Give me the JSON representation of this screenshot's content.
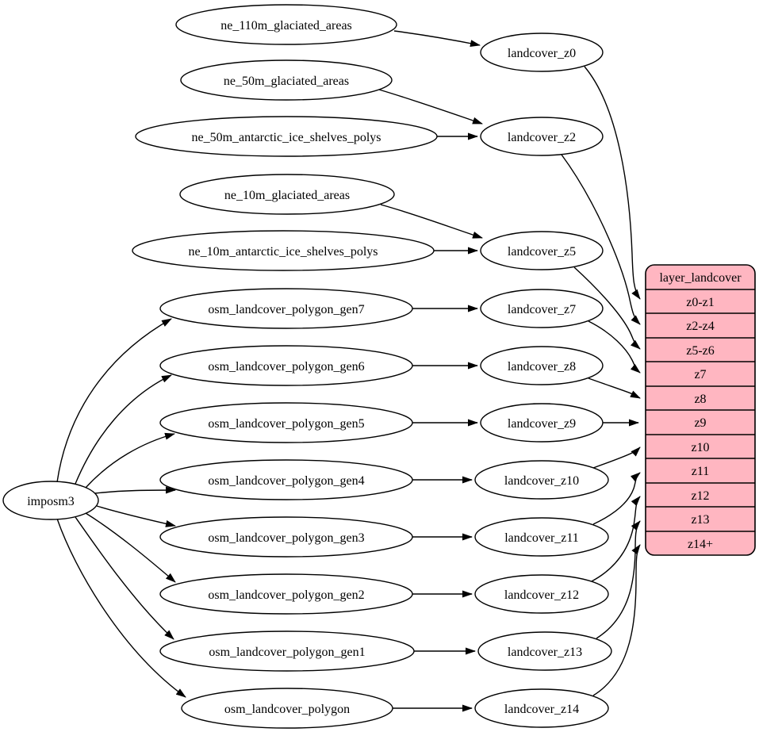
{
  "diagram": {
    "type": "graphviz-dependency-flow",
    "background": "#ffffff",
    "node_fill": "#ffffff",
    "edge_color": "#000000",
    "nodes": {
      "imposm3": "imposm3",
      "ne110g": "ne_110m_glaciated_areas",
      "ne50g": "ne_50m_glaciated_areas",
      "ne50a": "ne_50m_antarctic_ice_shelves_polys",
      "ne10g": "ne_10m_glaciated_areas",
      "ne10a": "ne_10m_antarctic_ice_shelves_polys",
      "gen7": "osm_landcover_polygon_gen7",
      "gen6": "osm_landcover_polygon_gen6",
      "gen5": "osm_landcover_polygon_gen5",
      "gen4": "osm_landcover_polygon_gen4",
      "gen3": "osm_landcover_polygon_gen3",
      "gen2": "osm_landcover_polygon_gen2",
      "gen1": "osm_landcover_polygon_gen1",
      "polygon": "osm_landcover_polygon",
      "z0": "landcover_z0",
      "z2": "landcover_z2",
      "z5": "landcover_z5",
      "z7": "landcover_z7",
      "z8": "landcover_z8",
      "z9": "landcover_z9",
      "z10": "landcover_z10",
      "z11": "landcover_z11",
      "z12": "landcover_z12",
      "z13": "landcover_z13",
      "z14": "landcover_z14"
    },
    "table": {
      "title": "layer_landcover",
      "fill": "#ffb6c1",
      "rows": [
        "z0-z1",
        "z2-z4",
        "z5-z6",
        "z7",
        "z8",
        "z9",
        "z10",
        "z11",
        "z12",
        "z13",
        "z14+"
      ]
    },
    "edges": [
      {
        "from": "ne_110m_glaciated_areas",
        "to": "landcover_z0"
      },
      {
        "from": "ne_50m_glaciated_areas",
        "to": "landcover_z2"
      },
      {
        "from": "ne_50m_antarctic_ice_shelves_polys",
        "to": "landcover_z2"
      },
      {
        "from": "ne_10m_glaciated_areas",
        "to": "landcover_z5"
      },
      {
        "from": "ne_10m_antarctic_ice_shelves_polys",
        "to": "landcover_z5"
      },
      {
        "from": "imposm3",
        "to": "osm_landcover_polygon_gen7"
      },
      {
        "from": "imposm3",
        "to": "osm_landcover_polygon_gen6"
      },
      {
        "from": "imposm3",
        "to": "osm_landcover_polygon_gen5"
      },
      {
        "from": "imposm3",
        "to": "osm_landcover_polygon_gen4"
      },
      {
        "from": "imposm3",
        "to": "osm_landcover_polygon_gen3"
      },
      {
        "from": "imposm3",
        "to": "osm_landcover_polygon_gen2"
      },
      {
        "from": "imposm3",
        "to": "osm_landcover_polygon_gen1"
      },
      {
        "from": "imposm3",
        "to": "osm_landcover_polygon"
      },
      {
        "from": "osm_landcover_polygon_gen7",
        "to": "landcover_z7"
      },
      {
        "from": "osm_landcover_polygon_gen6",
        "to": "landcover_z8"
      },
      {
        "from": "osm_landcover_polygon_gen5",
        "to": "landcover_z9"
      },
      {
        "from": "osm_landcover_polygon_gen4",
        "to": "landcover_z10"
      },
      {
        "from": "osm_landcover_polygon_gen3",
        "to": "landcover_z11"
      },
      {
        "from": "osm_landcover_polygon_gen2",
        "to": "landcover_z12"
      },
      {
        "from": "osm_landcover_polygon_gen1",
        "to": "landcover_z13"
      },
      {
        "from": "osm_landcover_polygon",
        "to": "landcover_z14"
      },
      {
        "from": "landcover_z0",
        "to": "layer_landcover:z0-z1"
      },
      {
        "from": "landcover_z2",
        "to": "layer_landcover:z2-z4"
      },
      {
        "from": "landcover_z5",
        "to": "layer_landcover:z5-z6"
      },
      {
        "from": "landcover_z7",
        "to": "layer_landcover:z7"
      },
      {
        "from": "landcover_z8",
        "to": "layer_landcover:z8"
      },
      {
        "from": "landcover_z9",
        "to": "layer_landcover:z9"
      },
      {
        "from": "landcover_z10",
        "to": "layer_landcover:z10"
      },
      {
        "from": "landcover_z11",
        "to": "layer_landcover:z11"
      },
      {
        "from": "landcover_z12",
        "to": "layer_landcover:z12"
      },
      {
        "from": "landcover_z13",
        "to": "layer_landcover:z13"
      },
      {
        "from": "landcover_z14",
        "to": "layer_landcover:z14+"
      }
    ]
  }
}
